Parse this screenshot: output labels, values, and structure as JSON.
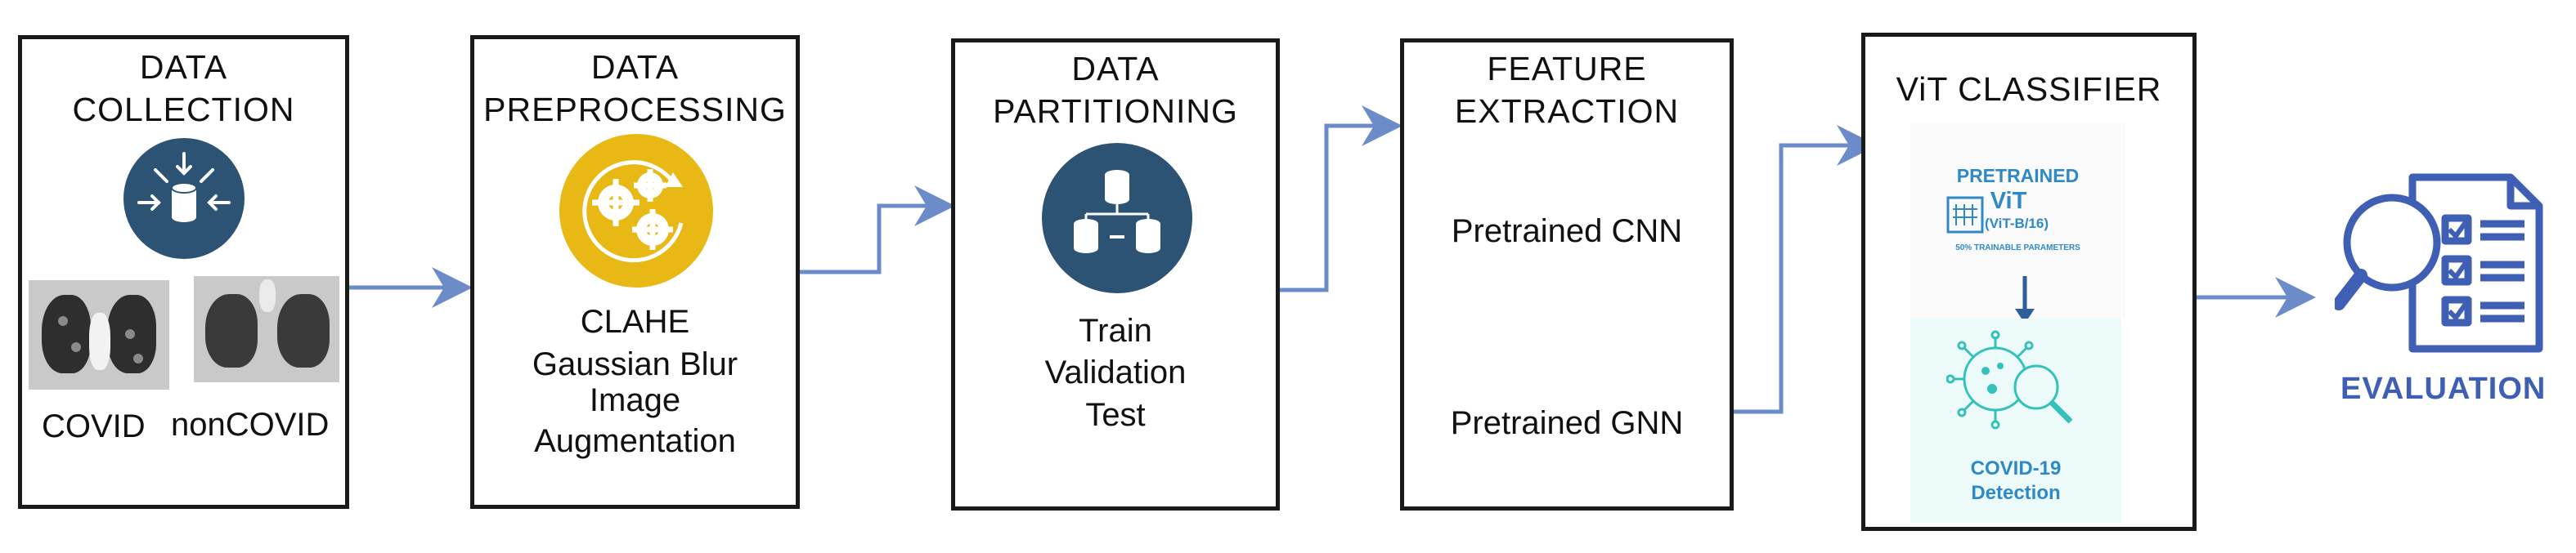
{
  "colors": {
    "arrow": "#6b8cc8",
    "box_border": "#1a1a1a",
    "dark_blue_icon": "#2d5374",
    "yellow_icon": "#e8b915",
    "vit_text": "#2f89c7",
    "covid_cyan": "#34c0bb",
    "evaluation": "#3f5fb5"
  },
  "steps": {
    "collection": {
      "title_line1": "DATA",
      "title_line2": "COLLECTION",
      "label_covid": "COVID",
      "label_noncovid": "nonCOVID",
      "icon": "database-inbound-icon"
    },
    "preprocessing": {
      "title_line1": "DATA",
      "title_line2": "PREPROCESSING",
      "items": [
        "CLAHE",
        "Gaussian Blur",
        "Image",
        "Augmentation"
      ],
      "icon": "gears-cycle-icon"
    },
    "partitioning": {
      "title_line1": "DATA",
      "title_line2": "PARTITIONING",
      "items": [
        "Train",
        "Validation",
        "Test"
      ],
      "icon": "database-split-icon"
    },
    "feature": {
      "title_line1": "FEATURE",
      "title_line2": "EXTRACTION",
      "item1": "Pretrained CNN",
      "item2": "Pretrained GNN"
    },
    "vit": {
      "title": "ViT CLASSIFIER",
      "pretrained_label": "PRETRAINED",
      "model_name": "ViT",
      "model_variant": "(ViT-B/16)",
      "params_note": "50% TRAINABLE PARAMETERS",
      "detection_line1": "COVID-19",
      "detection_line2": "Detection",
      "icons": [
        "vit-grid-icon",
        "virus-magnifier-icon"
      ]
    },
    "evaluation": {
      "label": "EVALUATION",
      "icon": "checklist-magnifier-icon"
    }
  }
}
